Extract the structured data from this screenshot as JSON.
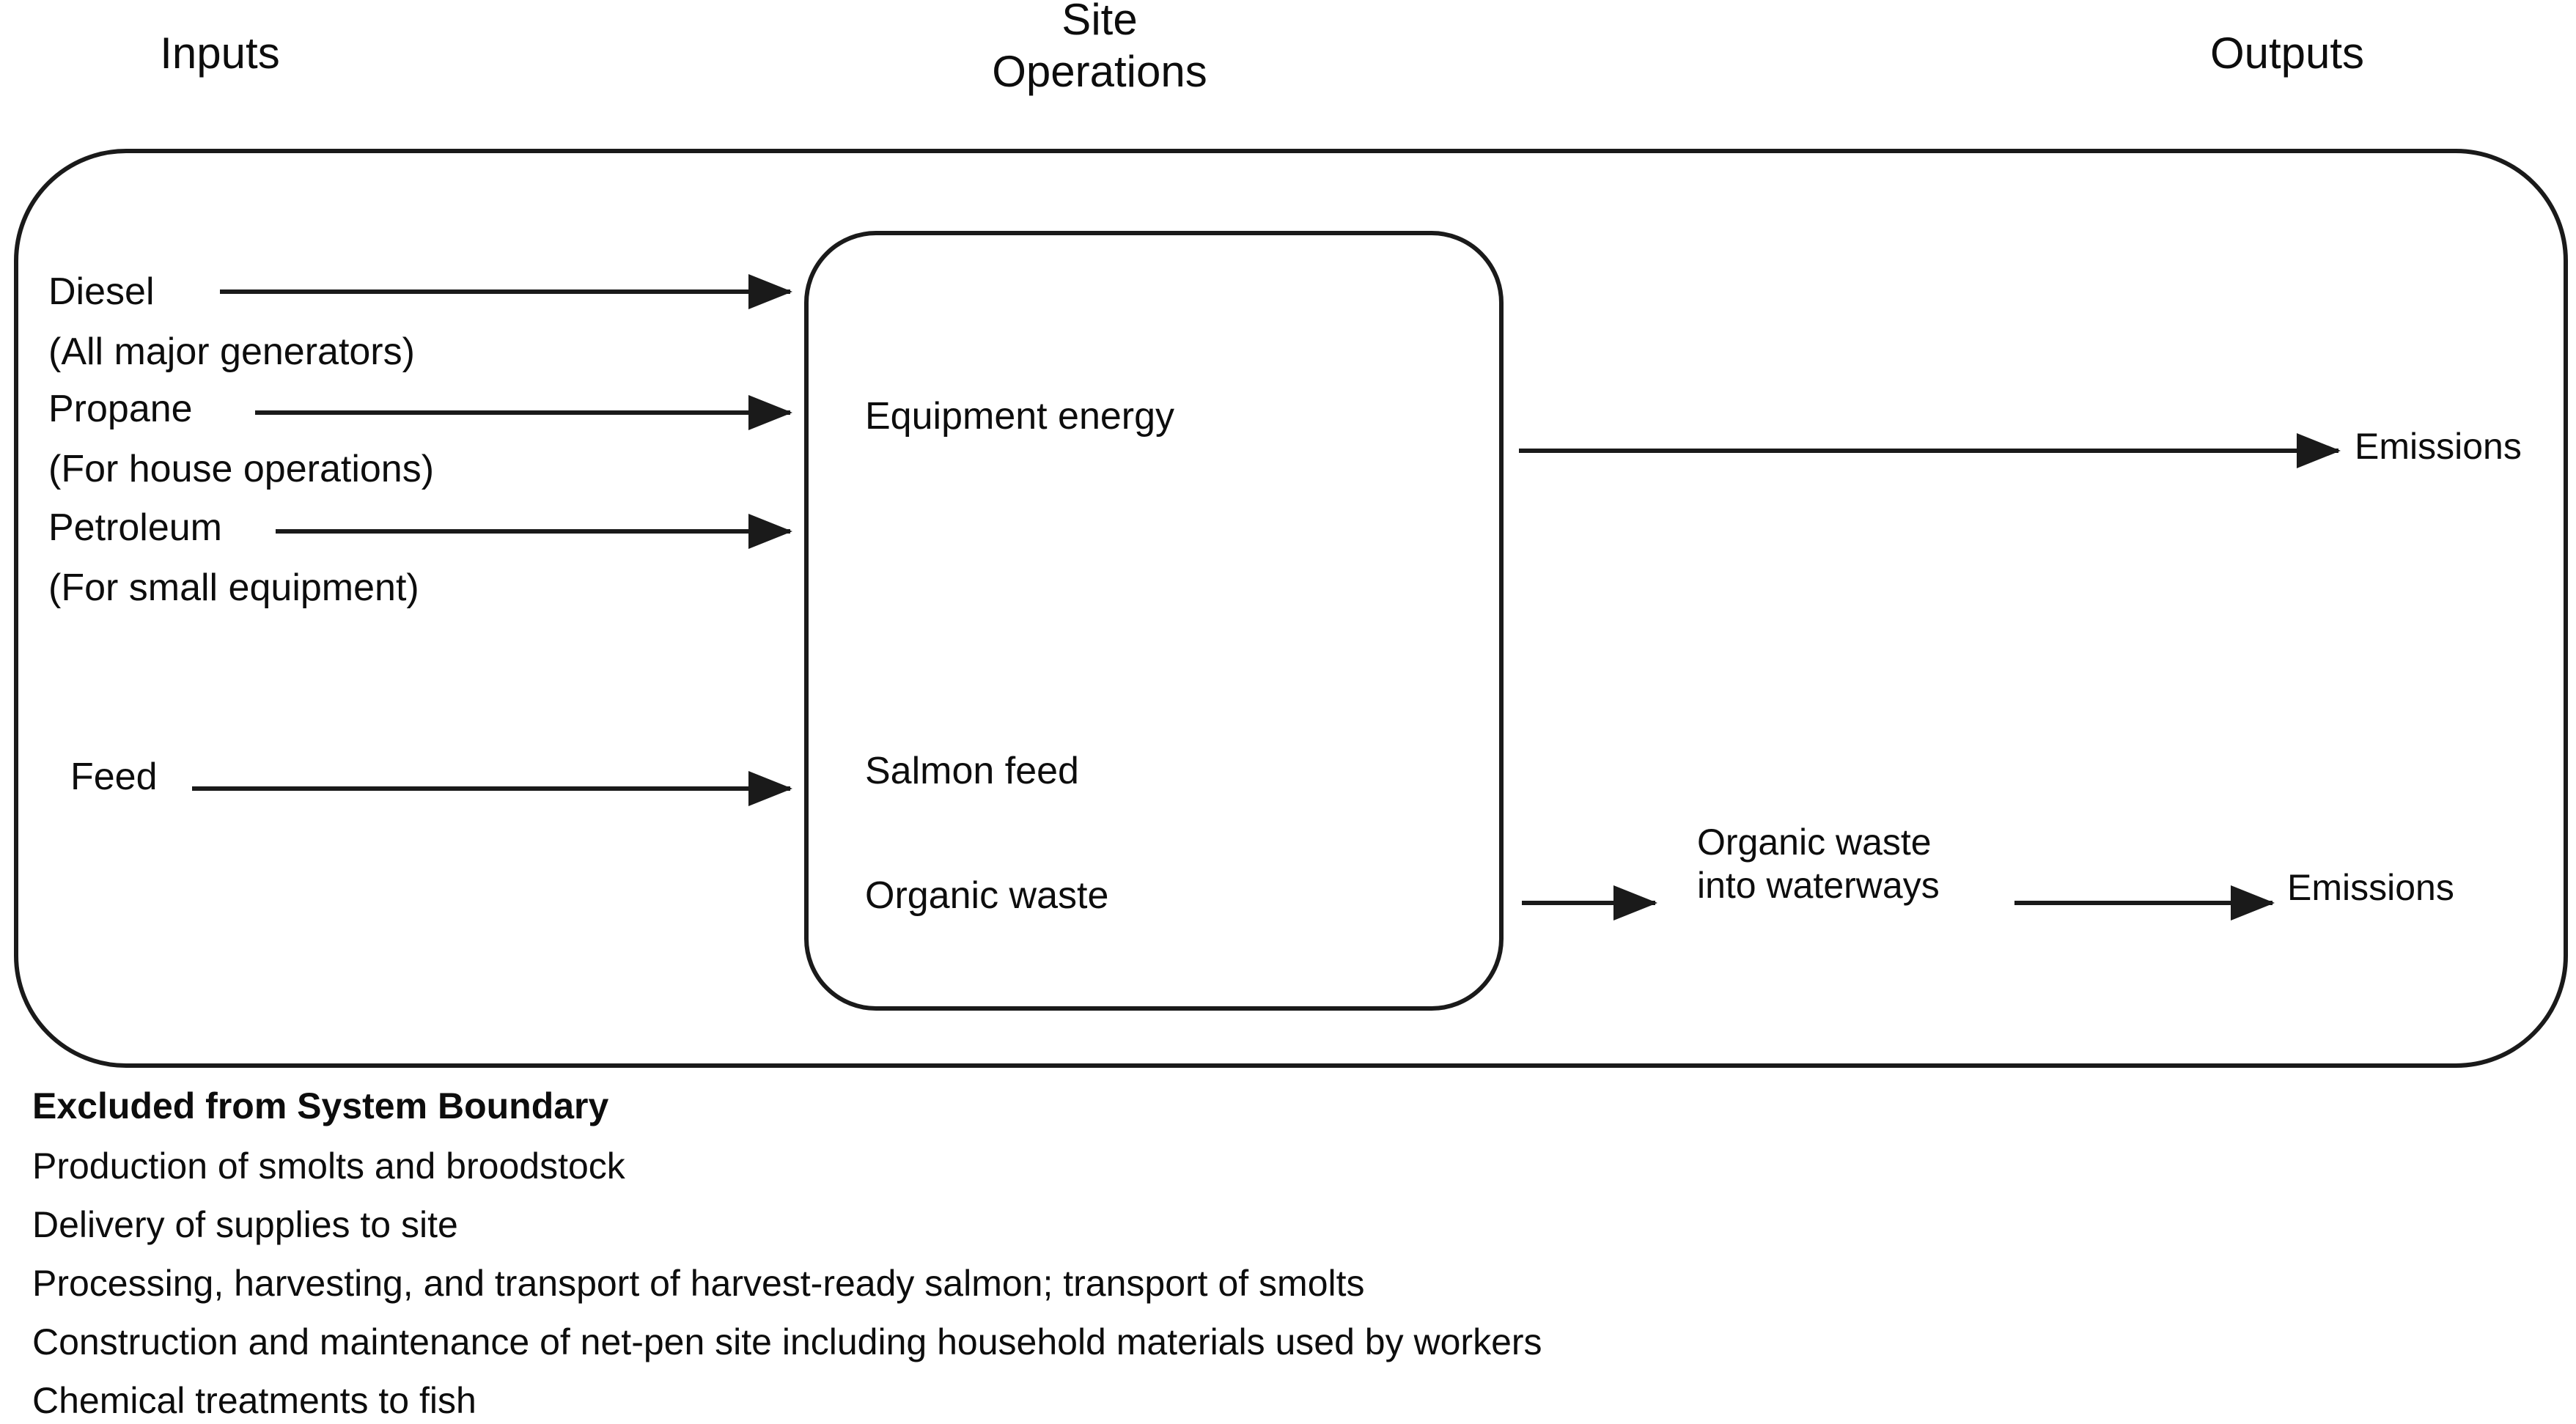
{
  "headers": {
    "inputs": "Inputs",
    "site_line1": "Site",
    "site_line2": "Operations",
    "outputs": "Outputs"
  },
  "inputs": [
    {
      "label": "Diesel",
      "sublabel": "(All major generators)"
    },
    {
      "label": "Propane",
      "sublabel": "(For house operations)"
    },
    {
      "label": "Petroleum",
      "sublabel": "(For small equipment)"
    },
    {
      "label": "Feed",
      "sublabel": ""
    }
  ],
  "site_operations": {
    "items": [
      "Equipment energy",
      "Salmon feed",
      "Organic waste"
    ]
  },
  "outputs": {
    "emissions_top": "Emissions",
    "emissions_bottom": "Emissions",
    "intermediate_line1": "Organic waste",
    "intermediate_line2": "into waterways"
  },
  "excluded": {
    "title": "Excluded from System Boundary",
    "items": [
      "Production of smolts and broodstock",
      "Delivery of supplies to site",
      "Processing, harvesting, and transport of harvest-ready salmon; transport of smolts",
      "Construction and maintenance of net-pen site including household materials used by workers",
      "Chemical treatments to fish"
    ]
  },
  "colors": {
    "stroke": "#1a1a1a",
    "text": "#0d0d0d",
    "background": "#ffffff"
  }
}
